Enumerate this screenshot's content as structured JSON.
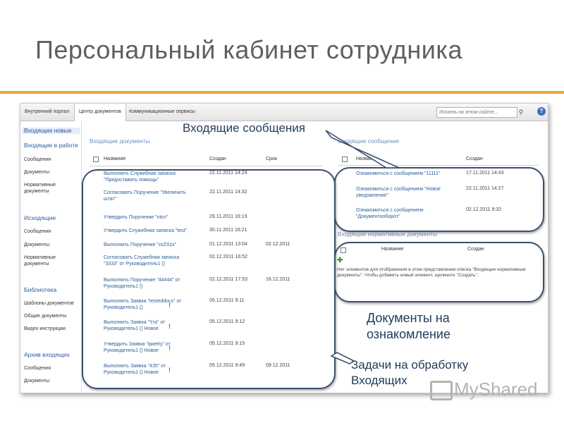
{
  "slide": {
    "title": "Персональный кабинет сотрудника"
  },
  "topnav": {
    "tabs": [
      "Внутренний портал",
      "Центр документов",
      "Коммуникационные сервисы"
    ],
    "search_placeholder": "Искать на этом сайте...",
    "search_icon": "search-icon",
    "help_icon": "help-icon",
    "help_glyph": "?"
  },
  "sidebar": {
    "items": [
      {
        "label": "Входящие новые",
        "kind": "head-selected"
      },
      {
        "label": "Входящие в работе",
        "kind": "head"
      },
      {
        "label": "Сообщения",
        "kind": "item"
      },
      {
        "label": "Документы",
        "kind": "item"
      },
      {
        "label": "Нормативные документы",
        "kind": "item"
      },
      {
        "label": "Исходящие",
        "kind": "head"
      },
      {
        "label": "Сообщения",
        "kind": "item"
      },
      {
        "label": "Документы",
        "kind": "item"
      },
      {
        "label": "Нормативные документы",
        "kind": "item"
      },
      {
        "label": "Библиотека",
        "kind": "head"
      },
      {
        "label": "Шаблоны документов",
        "kind": "item"
      },
      {
        "label": "Общие документы",
        "kind": "item"
      },
      {
        "label": "Видео инструкции",
        "kind": "item"
      },
      {
        "label": "Архив входящих",
        "kind": "head"
      },
      {
        "label": "Сообщения",
        "kind": "item"
      },
      {
        "label": "Документы",
        "kind": "item"
      }
    ]
  },
  "incoming_docs": {
    "title": "Входящие документы",
    "columns": [
      "Название",
      "Создан",
      "Срок"
    ],
    "rows": [
      {
        "name": "Выполнить Служебная записка \"Предоставить помощь\"",
        "created": "22.11.2011 14:24",
        "due": "",
        "new": ""
      },
      {
        "name": "Согласовать Поручение \"Увеличить штат\"",
        "created": "22.11.2011 14:32",
        "due": "",
        "new": ""
      },
      {
        "name": "Утвердить Поручение \"ntcn\"",
        "created": "29.11.2011 16:19",
        "due": "",
        "new": ""
      },
      {
        "name": "Утвердить Служебная записка \"test\"",
        "created": "30.11.2011 16:21",
        "due": "",
        "new": ""
      },
      {
        "name": "Выполнить Поручение \"xsZXzx\"",
        "created": "01.12.2011 13:04",
        "due": "02.12.2011",
        "new": ""
      },
      {
        "name": "Согласовать Служебная записка \"3333\" от Руководитель1 ()",
        "created": "02.12.2011 16:52",
        "due": "",
        "new": ""
      },
      {
        "name": "Выполнить Поручение \"44444\" от Руководитель1 ()",
        "created": "02.12.2011 17:53",
        "due": "16.12.2011",
        "new": ""
      },
      {
        "name": "Выполнить Заявка \"testeddocs\" от Руководитель1 ()",
        "created": "05.12.2011 9:11",
        "due": "",
        "new": "!"
      },
      {
        "name": "Выполнить Заявка \"Yra\" от Руководитель1 () Новое",
        "created": "05.12.2011 9:12",
        "due": "",
        "new": "!"
      },
      {
        "name": "Утвердить Заявка \"qwerty\" от Руководитель1 () Новое",
        "created": "05.12.2011 9:15",
        "due": "",
        "new": "!"
      },
      {
        "name": "Выполнить Заявка \"435\" от Руководитель1 () Новое",
        "created": "05.12.2011 9:49",
        "due": "09.12.2011",
        "new": "!"
      }
    ]
  },
  "incoming_messages": {
    "title": "Входящие сообщения",
    "columns": [
      "Название",
      "Создан"
    ],
    "rows": [
      {
        "name": "Ознакомиться с сообщением \"11111\"",
        "created": "17.11.2011 14:43"
      },
      {
        "name": "Ознакомиться с сообщением \"Новое уведомление\"",
        "created": "22.11.2011 14:27"
      },
      {
        "name": "Ознакомиться с сообщением \"Документооборот\"",
        "created": "02.12.2011 9:32"
      }
    ]
  },
  "incoming_normative": {
    "title": "Входящие нормативные документы",
    "columns": [
      "Название",
      "Создан"
    ],
    "empty_text": "Нет элементов для отображения в этом представлении списка \"Входящие нормативные документы\". Чтобы добавить новый элемент, щелкните \"Создать\".",
    "add_icon": "plus-icon",
    "add_glyph": "✚"
  },
  "callouts": {
    "messages": "Входящие сообщения",
    "documents": "Документы на ознакомление",
    "tasks": "Задачи на обработку Входящих"
  },
  "watermark": {
    "text": "MyShared"
  },
  "colors": {
    "accent_rule": "#e8a53a",
    "link": "#2a5d9b",
    "callout_border": "#3c4f6e"
  }
}
